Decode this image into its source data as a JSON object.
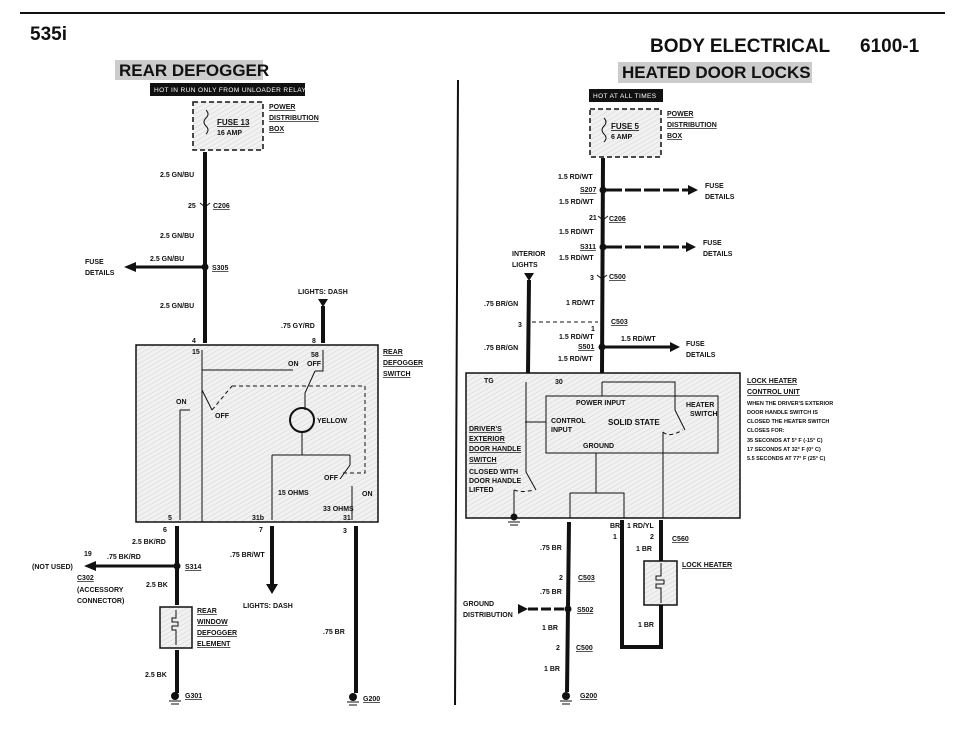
{
  "header": {
    "model": "535i",
    "section": "BODY ELECTRICAL",
    "page": "6100-1"
  },
  "rear_defogger": {
    "title": "REAR DEFOGGER",
    "power_note": "HOT IN RUN ONLY FROM UNLOADER RELAY",
    "fuse": "FUSE 13",
    "fuse_amp": "16 AMP",
    "pdb": [
      "POWER",
      "DISTRIBUTION",
      "BOX"
    ],
    "wire1": "2.5 GN/BU",
    "c206_pin": "25",
    "c206": "C206",
    "wire2": "2.5 GN/BU",
    "splice_wire": "2.5 GN/BU",
    "s305": "S305",
    "fuse_details": [
      "FUSE",
      "DETAILS"
    ],
    "wire3": "2.5 GN/BU",
    "lights_dash_top": "LIGHTS: DASH",
    "gy_rd": ".75 GY/RD",
    "pin4": "4",
    "pin8": "8",
    "int15": "15",
    "int58": "58",
    "on1": "ON",
    "off1": "OFF",
    "on2": "ON",
    "off2": "OFF",
    "on3": "ON",
    "off3": "OFF",
    "yellow": "YELLOW",
    "ohm15": "15 OHMS",
    "ohm33": "33 OHMS",
    "int5": "5",
    "int31b": "31b",
    "int31": "31",
    "switch_label": [
      "REAR",
      "DEFOGGER",
      "SWITCH"
    ],
    "pin6": "6",
    "pin7": "7",
    "pin3": "3",
    "bk_rd": "2.5 BK/RD",
    "pin19": "19",
    "bk_rd_small": ".75 BK/RD",
    "not_used": "(NOT USED)",
    "c302": "C302",
    "accessory": [
      "(ACCESSORY",
      "CONNECTOR)"
    ],
    "s314": "S314",
    "bk1": "2.5 BK",
    "element": [
      "REAR",
      "WINDOW",
      "DEFOGGER",
      "ELEMENT"
    ],
    "bk2": "2.5 BK",
    "g301": "G301",
    "br_wt": ".75 BR/WT",
    "lights_dash_bottom": "LIGHTS: DASH",
    "br": ".75 BR",
    "g200": "G200"
  },
  "heated_door_locks": {
    "title": "HEATED DOOR LOCKS",
    "power_note": "HOT AT ALL TIMES",
    "fuse": "FUSE 5",
    "fuse_amp": "6 AMP",
    "pdb": [
      "POWER",
      "DISTRIBUTION",
      "BOX"
    ],
    "w1": "1.5 RD/WT",
    "s207": "S207",
    "w2": "1.5 RD/WT",
    "fuse_details": [
      "FUSE",
      "DETAILS"
    ],
    "c206_pin": "21",
    "c206": "C206",
    "w3": "1.5 RD/WT",
    "s311": "S311",
    "w4": "1.5 RD/WT",
    "interior": [
      "INTERIOR",
      "LIGHTS"
    ],
    "c500_pin": "3",
    "c500": "C500",
    "br_gn1": ".75 BR/GN",
    "rd_wt1": "1 RD/WT",
    "c503_pin_a": "3",
    "c503_pin_b": "1",
    "c503": "C503",
    "br_gn2": ".75 BR/GN",
    "w5": "1.5 RD/WT",
    "s501": "S501",
    "w6": "1.5 RD/WT",
    "w_branch": "1.5 RD/WT",
    "pin_tg": "TG",
    "pin30": "30",
    "power_input": "POWER INPUT",
    "heater_switch": [
      "HEATER",
      "SWITCH"
    ],
    "control_input": [
      "CONTROL",
      "INPUT"
    ],
    "solid_state": "SOLID STATE",
    "ground": "GROUND",
    "driver_switch": [
      "DRIVER'S",
      "EXTERIOR",
      "DOOR HANDLE",
      "SWITCH"
    ],
    "closed_with": [
      "CLOSED WITH",
      "DOOR HANDLE",
      "LIFTED"
    ],
    "unit_label": [
      "LOCK HEATER",
      "CONTROL UNIT"
    ],
    "notes": [
      "WHEN THE DRIVER'S EXTERIOR",
      "DOOR HANDLE SWITCH IS",
      "CLOSED THE HEATER SWITCH",
      "CLOSES FOR:",
      "35 SECONDS AT 5° F (-15° C)",
      "17 SECONDS AT 32° F (0° C)",
      "5.5 SECONDS AT 77° F (25° C)"
    ],
    "br_a": ".75 BR",
    "c503b_pin": "2",
    "c503b": "C503",
    "br_b": ".75 BR",
    "ground_dist": [
      "GROUND",
      "DISTRIBUTION"
    ],
    "s502": "S502",
    "br_c": "1 BR",
    "c500b_pin": "2",
    "c500b": "C500",
    "br_d": "1 BR",
    "g200": "G200",
    "br_top": "BR",
    "rd_yl": "1 RD/YL",
    "c560_pin1": "1",
    "c560_pin2": "2",
    "c560": "C560",
    "br_e": "1 BR",
    "lock_heater": "LOCK HEATER",
    "br_f": "1 BR"
  }
}
